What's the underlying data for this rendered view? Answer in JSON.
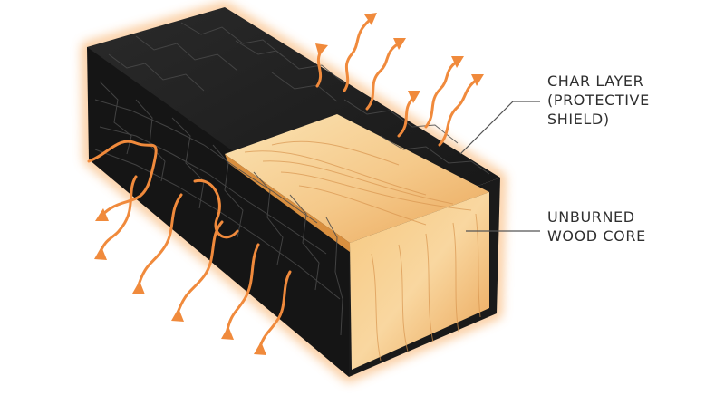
{
  "labels": {
    "char_layer": [
      "CHAR LAYER",
      "(PROTECTIVE",
      "SHIELD)"
    ],
    "wood_core": [
      "UNBURNED",
      "WOOD CORE"
    ]
  },
  "colors": {
    "char": "#1c1c1c",
    "char_side": "#141414",
    "char_cracks": "#4a4a4a",
    "wood_light": "#f8d9a4",
    "wood_mid": "#f0b86a",
    "wood_dark": "#e39a45",
    "heat": "#f08a3c",
    "glow": "#f7a85a",
    "leader": "#555555",
    "text": "#2f2f2f"
  },
  "icons": {
    "heat_waves": "wavy-heat-arrow-icon"
  }
}
